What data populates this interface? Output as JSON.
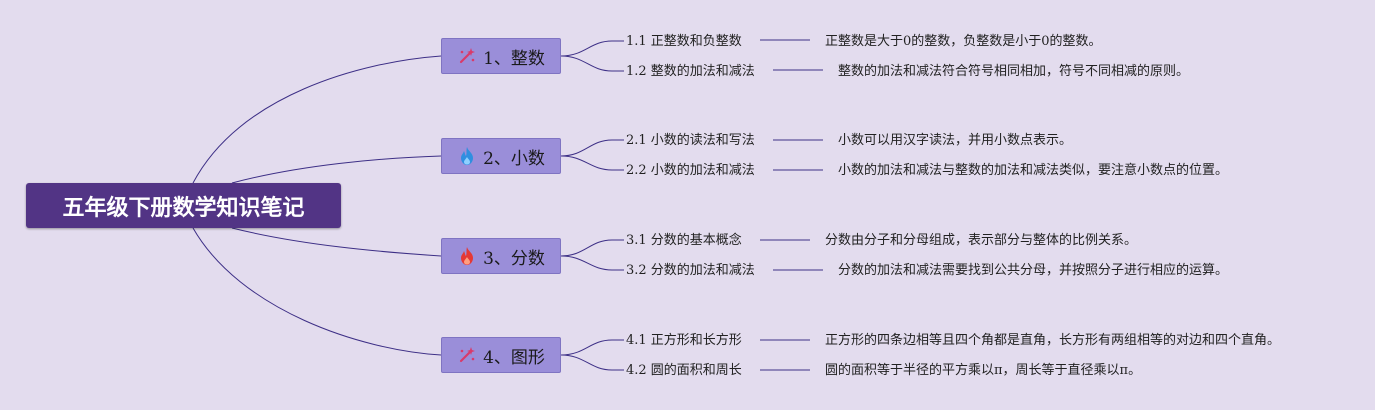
{
  "root": {
    "title": "五年级下册数学知识笔记"
  },
  "branches": [
    {
      "label": "1、整数",
      "icon": "wand-icon",
      "icon_color": "#d93a6a",
      "items": [
        {
          "title": "1.1 正整数和负整数",
          "desc": "正整数是大于0的整数，负整数是小于0的整数。"
        },
        {
          "title": "1.2 整数的加法和减法",
          "desc": "整数的加法和减法符合符号相同相加，符号不同相减的原则。"
        }
      ]
    },
    {
      "label": "2、小数",
      "icon": "flame-icon",
      "icon_color": "#2f8fe0",
      "items": [
        {
          "title": "2.1 小数的读法和写法",
          "desc": "小数可以用汉字读法，并用小数点表示。"
        },
        {
          "title": "2.2 小数的加法和减法",
          "desc": "小数的加法和减法与整数的加法和减法类似，要注意小数点的位置。"
        }
      ]
    },
    {
      "label": "3、分数",
      "icon": "flame-icon",
      "icon_color": "#e53935",
      "items": [
        {
          "title": "3.1 分数的基本概念",
          "desc": "分数由分子和分母组成，表示部分与整体的比例关系。"
        },
        {
          "title": "3.2 分数的加法和减法",
          "desc": "分数的加法和减法需要找到公共分母，并按照分子进行相应的运算。"
        }
      ]
    },
    {
      "label": "4、图形",
      "icon": "wand-icon",
      "icon_color": "#d93a6a",
      "items": [
        {
          "title": "4.1 正方形和长方形",
          "desc": "正方形的四条边相等且四个角都是直角，长方形有两组相等的对边和四个直角。"
        },
        {
          "title": "4.2 圆的面积和周长",
          "desc": "圆的面积等于半径的平方乘以π，周长等于直径乘以π。"
        }
      ]
    }
  ],
  "colors": {
    "background": "#e3dcee",
    "root_fill": "#523485",
    "branch_fill": "#9a8ed9",
    "connector": "#3d2f86"
  }
}
